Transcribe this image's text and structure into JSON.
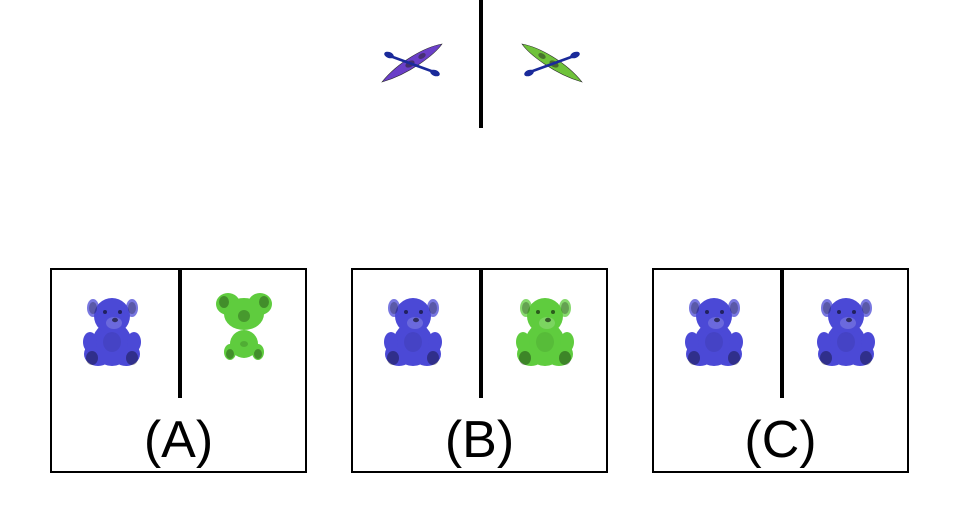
{
  "prompt": {
    "left_item": {
      "icon": "kayak-icon",
      "color": "#6a3fc8"
    },
    "right_item": {
      "icon": "kayak-icon",
      "color": "#6fc23a"
    }
  },
  "options": [
    {
      "label": "(A)",
      "left_icon": "teddy-bear-icon",
      "left_color": "#4b49d6",
      "right_icon": "teddy-bear-icon",
      "right_color": "#5fcc3e",
      "right_view": "back"
    },
    {
      "label": "(B)",
      "left_icon": "teddy-bear-icon",
      "left_color": "#4b49d6",
      "right_icon": "teddy-bear-icon",
      "right_color": "#5fcc3e",
      "right_view": "front"
    },
    {
      "label": "(C)",
      "left_icon": "teddy-bear-icon",
      "left_color": "#4b49d6",
      "right_icon": "teddy-bear-icon",
      "right_color": "#4b49d6",
      "right_view": "front"
    }
  ]
}
